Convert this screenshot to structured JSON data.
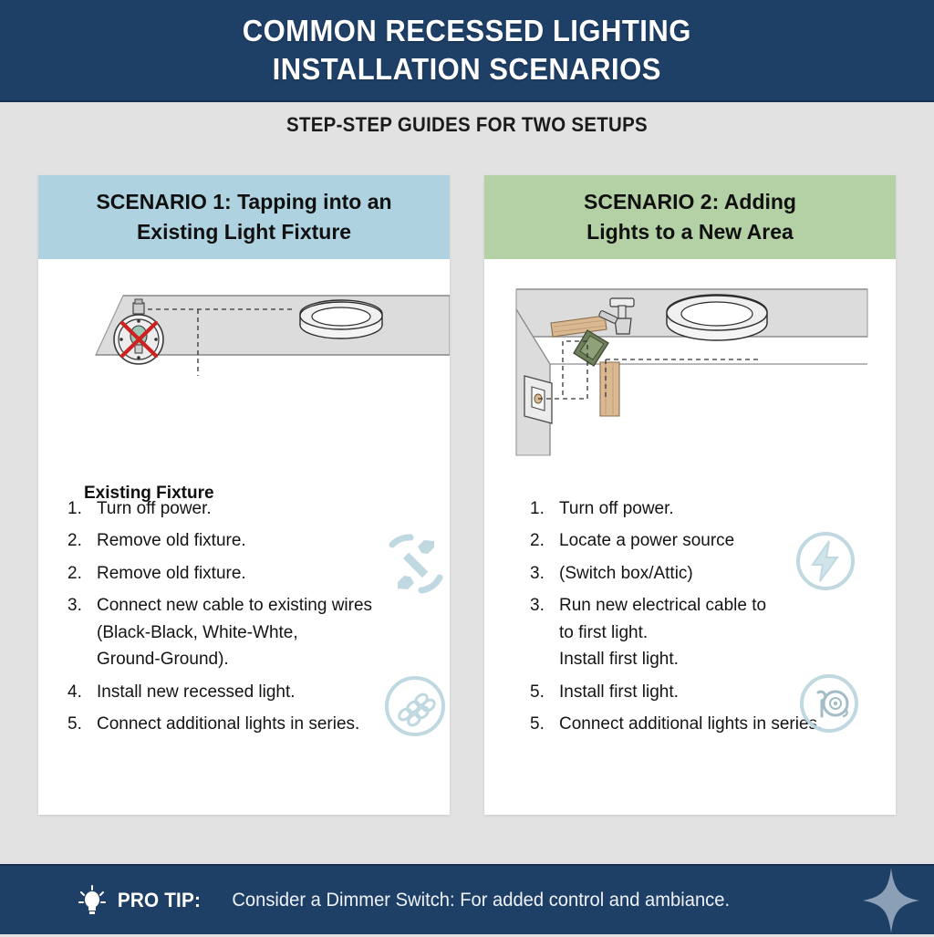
{
  "header": {
    "title_line1": "COMMON RECESSED LIGHTING",
    "title_line2": "INSTALLATION SCENARIOS",
    "bg_color": "#1e3f66"
  },
  "subtitle": "STEP-STEP GUIDES FOR TWO SETUPS",
  "cards": [
    {
      "id": "scenario-1",
      "head_line1": "SCENARIO 1: Tapping into an",
      "head_line2": "Existing Light Fixture",
      "head_color": "#aed2e0",
      "diagram_label": "Existing Fixture",
      "steps": [
        {
          "num": "1.",
          "text": "Turn off power."
        },
        {
          "num": "2.",
          "text": "Remove old fixture."
        },
        {
          "num": "2.",
          "text": "Remove old fixture."
        },
        {
          "num": "3.",
          "text": "Connect new cable to existing wires\n(Black-Black, White-Whte,\nGround-Ground)."
        },
        {
          "num": "4.",
          "text": "Install new recessed light."
        },
        {
          "num": "5.",
          "text": "Connect additional lights in series."
        }
      ],
      "icons": [
        "wrench-icon",
        "chain-link-icon"
      ]
    },
    {
      "id": "scenario-2",
      "head_line1": "SCENARIO 2: Adding",
      "head_line2": "Lights to a New Area",
      "head_color": "#b3d1a4",
      "diagram_label": "",
      "steps": [
        {
          "num": "1.",
          "text": "Turn off power."
        },
        {
          "num": "2.",
          "text": "Locate a power source"
        },
        {
          "num": "3.",
          "text": "(Switch box/Attic)"
        },
        {
          "num": "3.",
          "text": "Run new electrical cable to\nto first light.\nInstall first light."
        },
        {
          "num": "5.",
          "text": "Install first light."
        },
        {
          "num": "5.",
          "text": "Connect additional lights in series."
        }
      ],
      "icons": [
        "lightning-bolt-icon",
        "cable-reel-icon"
      ]
    }
  ],
  "footer": {
    "pro_tip_label": "PRO TIP:",
    "tip_text": "Consider a Dimmer Switch: For added control and ambiance.",
    "bulb_icon": "lightbulb-icon",
    "sparkle_icon": "sparkle-icon",
    "bg_color": "#1e3f66"
  },
  "palette": {
    "page_bg": "#e2e2e2",
    "card_bg": "#ffffff",
    "ceiling_gray": "#dcdcdc",
    "wood_tan": "#d9b892",
    "box_green": "#6f7f5c",
    "accent_icon": "#bdd7e0",
    "red_cross": "#cc2222"
  }
}
